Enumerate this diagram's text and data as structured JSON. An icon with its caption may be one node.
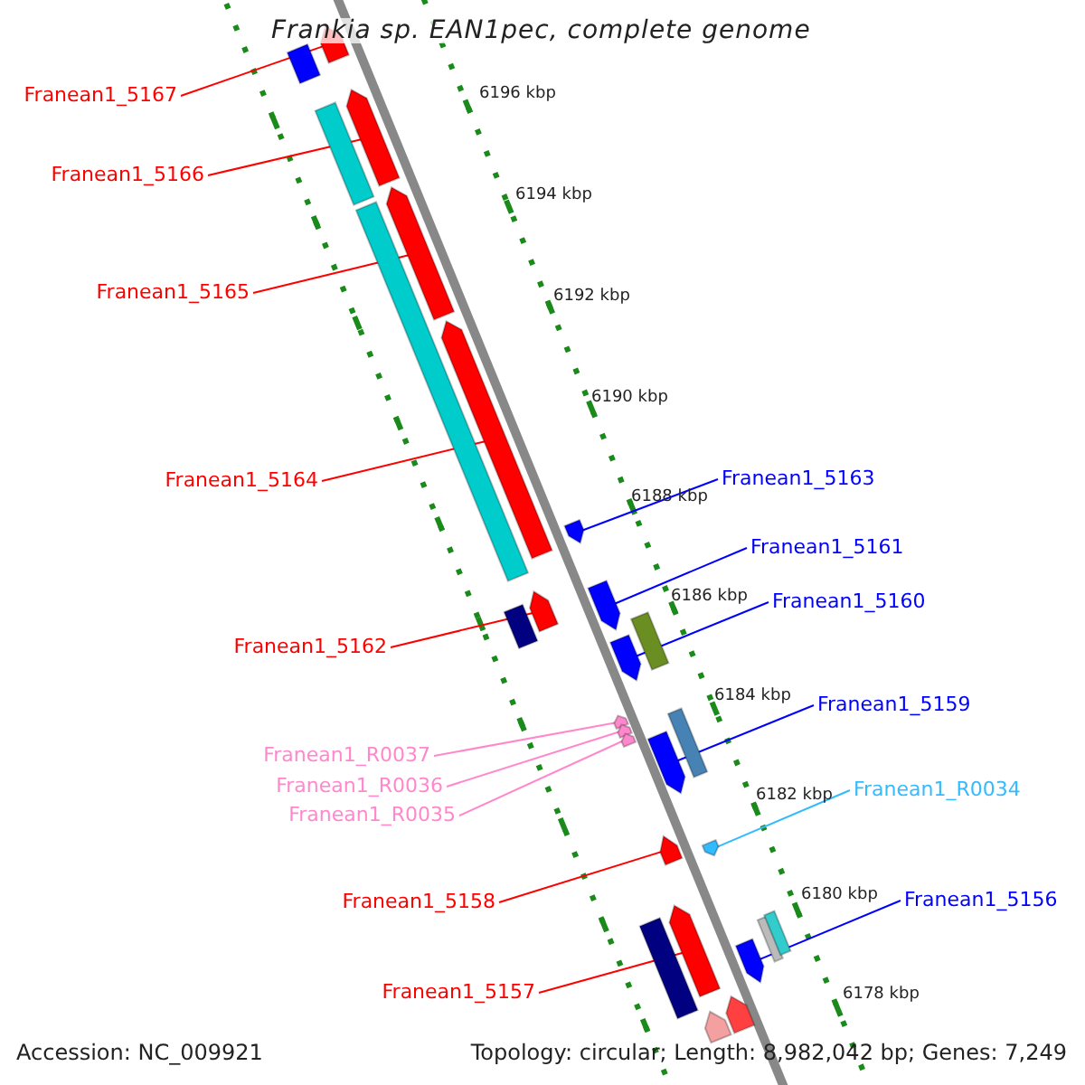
{
  "diagram": {
    "title": "Frankia sp. EAN1pec, complete genome",
    "nodes": [
      {
        "text": [
          "Franean1_5167"
        ]
      },
      {
        "text": [
          "Franean1_5166"
        ]
      },
      {
        "text": [
          "Franean1_5165"
        ]
      },
      {
        "text": [
          "Franean1_5164"
        ]
      },
      {
        "text": [
          "Franean1_5162"
        ]
      },
      {
        "text": [
          "Franean1_R0037"
        ]
      },
      {
        "text": [
          "Franean1_R0036"
        ]
      },
      {
        "text": [
          "Franean1_R0035"
        ]
      },
      {
        "text": [
          "Franean1_5158"
        ]
      },
      {
        "text": [
          "Franean1_5157"
        ]
      },
      {
        "text": [
          "Franean1_5163"
        ]
      },
      {
        "text": [
          "Franean1_5161"
        ]
      },
      {
        "text": [
          "Franean1_5160"
        ]
      },
      {
        "text": [
          "Franean1_5159"
        ]
      },
      {
        "text": [
          "Franean1_R0034"
        ]
      },
      {
        "text": [
          "Franean1_5156"
        ]
      },
      {
        "text": [],
        "shape": "bar"
      },
      {
        "text": [],
        "shape": "bar"
      },
      {
        "text": [],
        "shape": "bar"
      },
      {
        "text": [],
        "shape": "bar"
      },
      {
        "text": [],
        "shape": "bar"
      },
      {
        "text": [],
        "shape": "bar"
      },
      {
        "text": [],
        "shape": "bar"
      },
      {
        "text": [],
        "shape": "bar"
      },
      {
        "text": [],
        "shape": "bar"
      },
      {
        "text": [],
        "shape": "bar"
      },
      {
        "text": [],
        "shape": "bar"
      },
      {
        "text": [],
        "shape": "bar"
      },
      {
        "text": [],
        "shape": "bar"
      },
      {
        "text": [],
        "shape": "bar"
      },
      {
        "text": [],
        "shape": "bar"
      },
      {
        "text": [],
        "shape": "bar"
      },
      {
        "text": [],
        "shape": "bar"
      },
      {
        "text": [],
        "shape": "bar"
      },
      {
        "text": [],
        "shape": "bar"
      },
      {
        "text": [],
        "shape": "bar"
      },
      {
        "text": [],
        "shape": "bar"
      },
      {
        "text": [],
        "shape": "bar"
      },
      {
        "text": [],
        "shape": "bar"
      },
      {
        "text": [],
        "shape": "bar"
      },
      {
        "text": [],
        "shape": "bar"
      },
      {
        "text": [],
        "shape": "bar"
      },
      {
        "text": [],
        "shape": "bar"
      }
    ],
    "edges": [
      {
        "from": 0,
        "to": 16,
        "arrow": "none"
      },
      {
        "from": 1,
        "to": 17,
        "arrow": "none"
      },
      {
        "from": 2,
        "to": 18,
        "arrow": "none"
      },
      {
        "from": 3,
        "to": 19,
        "arrow": "none"
      },
      {
        "from": 4,
        "to": 21,
        "arrow": "none"
      },
      {
        "from": 5,
        "to": 24,
        "arrow": "none",
        "color": "#ff88cc"
      },
      {
        "from": 6,
        "to": 25,
        "arrow": "none",
        "color": "#ff88cc"
      },
      {
        "from": 7,
        "to": 26,
        "arrow": "none",
        "color": "#ff88cc"
      },
      {
        "from": 8,
        "to": 28,
        "arrow": "none"
      },
      {
        "from": 9,
        "to": 30,
        "arrow": "none"
      },
      {
        "from": 10,
        "to": 20,
        "arrow": "none",
        "color": "#0000ff"
      },
      {
        "from": 11,
        "to": 22,
        "arrow": "none",
        "color": "#0000ff"
      },
      {
        "from": 12,
        "to": 23,
        "arrow": "none",
        "color": "#0000ff"
      },
      {
        "from": 13,
        "to": 27,
        "arrow": "none",
        "color": "#0000ff"
      },
      {
        "from": 14,
        "to": 29,
        "arrow": "none",
        "color": "#33bbff"
      },
      {
        "from": 15,
        "to": 31,
        "arrow": "none",
        "color": "#0000ff"
      }
    ],
    "labels": [
      "6196 kbp",
      "6194 kbp",
      "6192 kbp",
      "6190 kbp",
      "6188 kbp",
      "6186 kbp",
      "6184 kbp",
      "6182 kbp",
      "6180 kbp",
      "6178 kbp",
      "Accession: NC_009921",
      "Topology: circular; Length: 8,982,042 bp; Genes: 7,249"
    ]
  }
}
